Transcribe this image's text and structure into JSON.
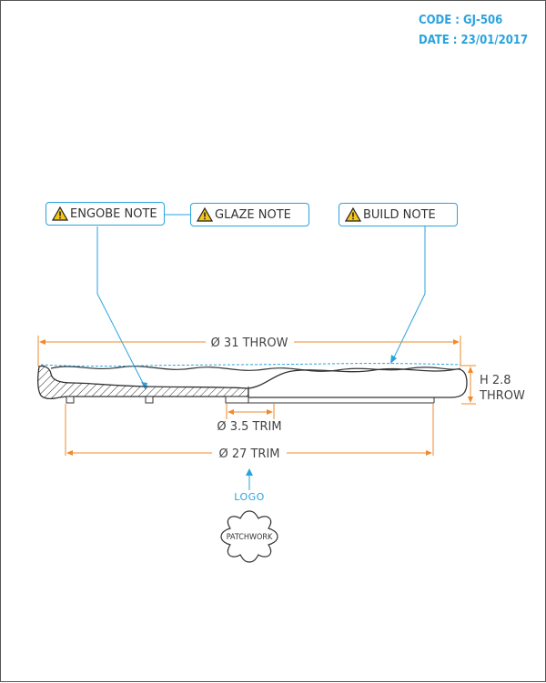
{
  "header": {
    "code": "CODE : GJ-506",
    "date": "DATE : 23/01/2017"
  },
  "callouts": {
    "engobe": "ENGOBE NOTE",
    "glaze": "GLAZE NOTE",
    "build": "BUILD NOTE"
  },
  "dimensions": {
    "overall_diameter": "Ø 31 THROW",
    "height_line1": "H 2.8",
    "height_line2": "THROW",
    "foot_width": "Ø 3.5 TRIM",
    "trim_diameter": "Ø 27 TRIM"
  },
  "logo": {
    "label": "LOGO",
    "stamp_text": "PATCHWORK"
  },
  "colors": {
    "dimension": "#f08a2a",
    "accent": "#29a3dd",
    "outline": "#333333"
  }
}
